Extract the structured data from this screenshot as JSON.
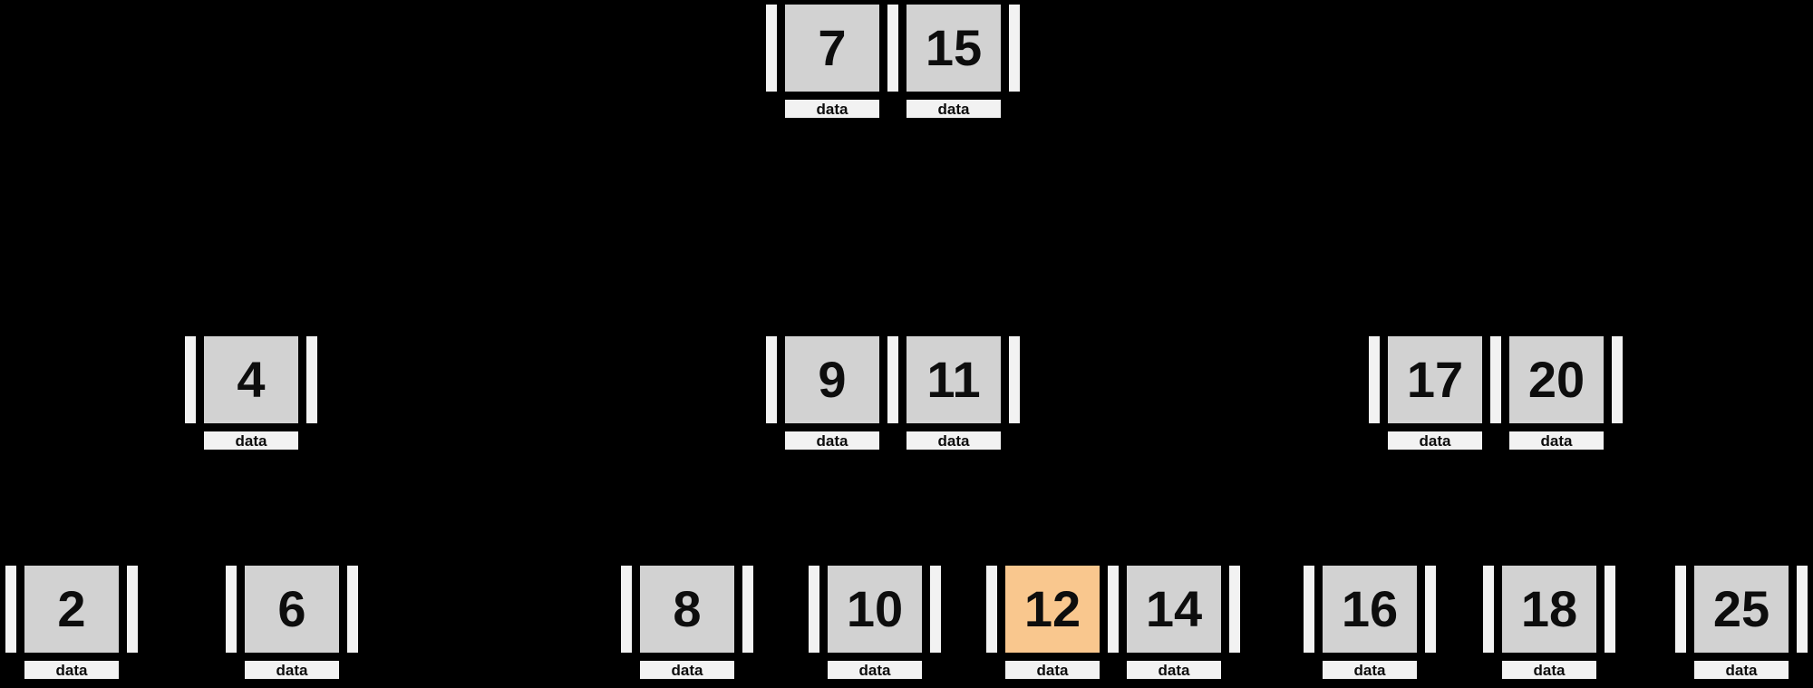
{
  "colors": {
    "background": "#000000",
    "key-fill": "#d2d2d2",
    "highlight-fill": "#f9c78e",
    "slot-fill": "#f2f2f2",
    "border": "#000000",
    "text": "#0d0d0d"
  },
  "diagram_type": "b-tree",
  "nodes": [
    {
      "name": "root-7-15",
      "level": 0,
      "keys": [
        {
          "value": "7",
          "data_label": "data",
          "highlighted": false
        },
        {
          "value": "15",
          "data_label": "data",
          "highlighted": false
        }
      ]
    },
    {
      "name": "node-4",
      "level": 1,
      "keys": [
        {
          "value": "4",
          "data_label": "data",
          "highlighted": false
        }
      ]
    },
    {
      "name": "node-9-11",
      "level": 1,
      "keys": [
        {
          "value": "9",
          "data_label": "data",
          "highlighted": false
        },
        {
          "value": "11",
          "data_label": "data",
          "highlighted": false
        }
      ]
    },
    {
      "name": "node-17-20",
      "level": 1,
      "keys": [
        {
          "value": "17",
          "data_label": "data",
          "highlighted": false
        },
        {
          "value": "20",
          "data_label": "data",
          "highlighted": false
        }
      ]
    },
    {
      "name": "node-2",
      "level": 2,
      "keys": [
        {
          "value": "2",
          "data_label": "data",
          "highlighted": false
        }
      ]
    },
    {
      "name": "node-6",
      "level": 2,
      "keys": [
        {
          "value": "6",
          "data_label": "data",
          "highlighted": false
        }
      ]
    },
    {
      "name": "node-8",
      "level": 2,
      "keys": [
        {
          "value": "8",
          "data_label": "data",
          "highlighted": false
        }
      ]
    },
    {
      "name": "node-10",
      "level": 2,
      "keys": [
        {
          "value": "10",
          "data_label": "data",
          "highlighted": false
        }
      ]
    },
    {
      "name": "node-12-14",
      "level": 2,
      "keys": [
        {
          "value": "12",
          "data_label": "data",
          "highlighted": true
        },
        {
          "value": "14",
          "data_label": "data",
          "highlighted": false
        }
      ]
    },
    {
      "name": "node-16",
      "level": 2,
      "keys": [
        {
          "value": "16",
          "data_label": "data",
          "highlighted": false
        }
      ]
    },
    {
      "name": "node-18",
      "level": 2,
      "keys": [
        {
          "value": "18",
          "data_label": "data",
          "highlighted": false
        }
      ]
    },
    {
      "name": "node-25",
      "level": 2,
      "keys": [
        {
          "value": "25",
          "data_label": "data",
          "highlighted": false
        }
      ]
    }
  ]
}
